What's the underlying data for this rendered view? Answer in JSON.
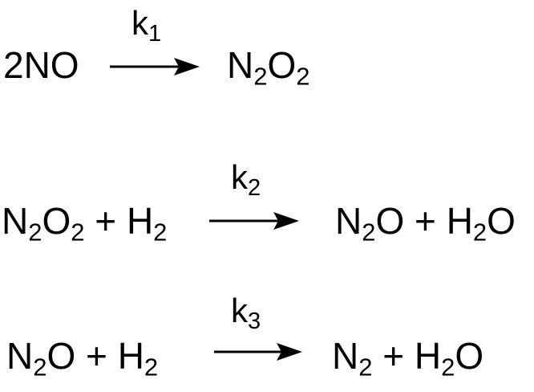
{
  "reactions": [
    {
      "reactants": {
        "terms": [
          {
            "text": "2NO",
            "subscript": ""
          }
        ]
      },
      "rate_constant": {
        "symbol": "k",
        "index": "1"
      },
      "products": {
        "terms": [
          {
            "text": "N",
            "subscript": "2"
          },
          {
            "text": "O",
            "subscript": "2"
          }
        ]
      }
    },
    {
      "reactants": {
        "terms": [
          {
            "text": "N",
            "subscript": "2"
          },
          {
            "text": "O",
            "subscript": "2"
          },
          {
            "text": " + H",
            "subscript": "2"
          }
        ]
      },
      "rate_constant": {
        "symbol": "k",
        "index": "2"
      },
      "products": {
        "terms": [
          {
            "text": "N",
            "subscript": "2"
          },
          {
            "text": "O + H",
            "subscript": "2"
          },
          {
            "text": "O",
            "subscript": ""
          }
        ]
      }
    },
    {
      "reactants": {
        "terms": [
          {
            "text": "N",
            "subscript": "2"
          },
          {
            "text": "O + H",
            "subscript": "2"
          }
        ]
      },
      "rate_constant": {
        "symbol": "k",
        "index": "3"
      },
      "products": {
        "terms": [
          {
            "text": "N",
            "subscript": "2"
          },
          {
            "text": " + H",
            "subscript": "2"
          },
          {
            "text": "O",
            "subscript": ""
          }
        ]
      }
    }
  ]
}
